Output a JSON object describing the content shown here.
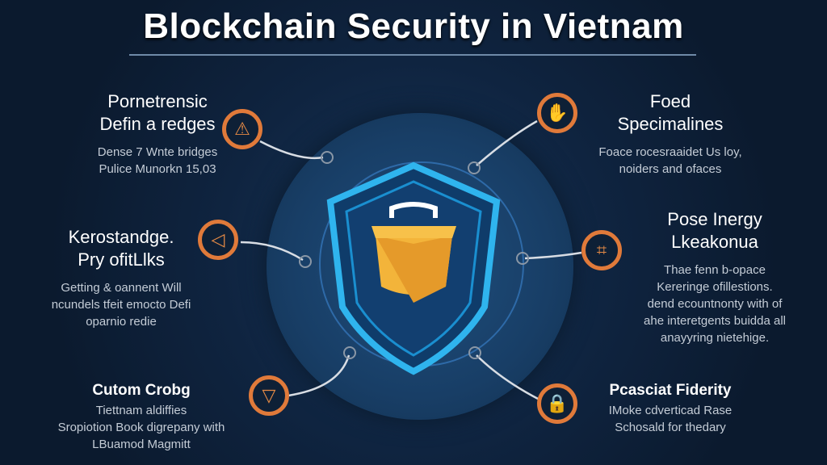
{
  "title": "Blockchain Security in Vietnam",
  "items": [
    {
      "heading": [
        "Pornetrensic",
        "Defin a redges"
      ],
      "body": [
        "Dense 7 Wnte bridges",
        "Pulice Munorkn 15,03"
      ],
      "icon": "warning-triangle-icon"
    },
    {
      "heading": [
        "Foed",
        "Specimalines"
      ],
      "body": [
        "Foace rocesraaidet Us loy,",
        "noiders and ofaces"
      ],
      "icon": "hand-coin-icon"
    },
    {
      "heading": [
        "Kerostandge.",
        "Pry ofitLlks"
      ],
      "body": [
        "Getting & oannent Will",
        "ncundels tfeit emocto Defi",
        "oparnio redie"
      ],
      "icon": "play-triangle-icon"
    },
    {
      "heading": [
        "Pose Inergy",
        "Lkeakonua"
      ],
      "body": [
        "Thae fenn b-opace",
        "Kereringe ofillestions.",
        "dend ecountnonty with of",
        "ahe interetgents buidda all",
        "anayyring nietehige."
      ],
      "icon": "network-icon"
    },
    {
      "heading": [
        "Cutom Crobg"
      ],
      "body": [
        "Tiettnam aldiffies",
        "Sropiotion Book digrepany with",
        "LBuamod Magmitt"
      ],
      "icon": "gem-icon"
    },
    {
      "heading": [
        "Pcasciat Fiderity"
      ],
      "body": [
        "IMoke cdverticad Rase",
        "Schosald for thedary"
      ],
      "icon": "bag-icon"
    }
  ]
}
